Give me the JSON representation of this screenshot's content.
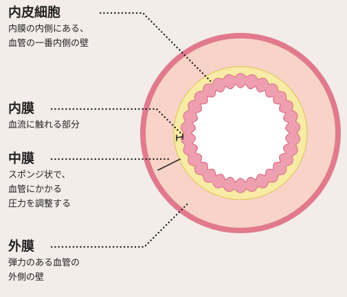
{
  "colors": {
    "background": "#f3ece8",
    "outer_ring": "#e07a8c",
    "media_fill": "#f8d3c8",
    "intima_fill": "#f7eba6",
    "intima_stroke": "#e0c760",
    "endothelium_fill": "#ee9fb0",
    "endothelium_stroke": "#d86c84",
    "lumen": "#ffffff",
    "leader": "#222222"
  },
  "labels": [
    {
      "key": "endothelial",
      "title": "内皮細胞",
      "desc": "内膜の内側にある、\n血管の一番内側の壁"
    },
    {
      "key": "intima",
      "title": "内膜",
      "desc": "血流に触れる部分"
    },
    {
      "key": "media",
      "title": "中膜",
      "desc": "スポンジ状で、\n血管にかかる\n圧力を調整する"
    },
    {
      "key": "adventitia",
      "title": "外膜",
      "desc": "弾力のある血管の\n外側の壁"
    }
  ]
}
